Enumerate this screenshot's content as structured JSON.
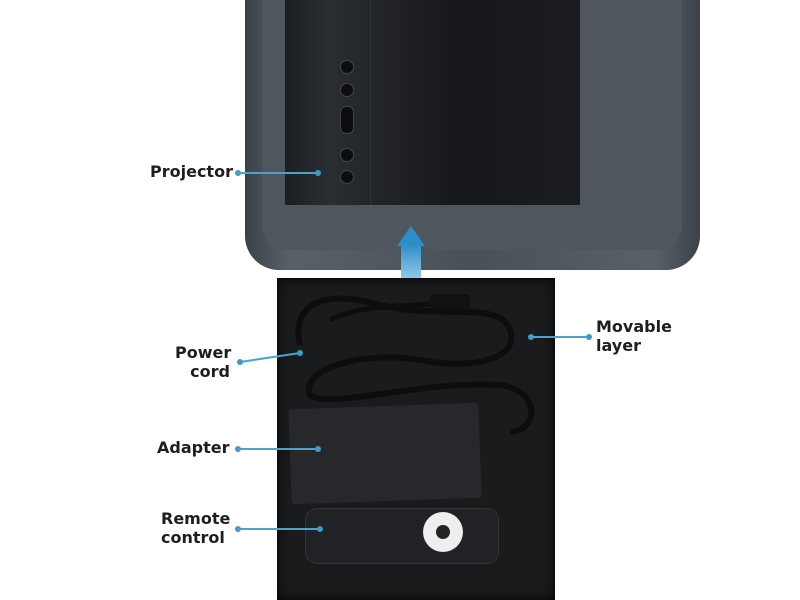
{
  "labels": {
    "projector": "Projector",
    "power_cord": [
      "Power",
      "cord"
    ],
    "adapter": "Adapter",
    "remote_control": [
      "Remote",
      "control"
    ],
    "movable_layer": [
      "Movable",
      "layer"
    ]
  },
  "colors": {
    "accent": "#4aa3cc",
    "arrow": "#2a8ec7"
  }
}
